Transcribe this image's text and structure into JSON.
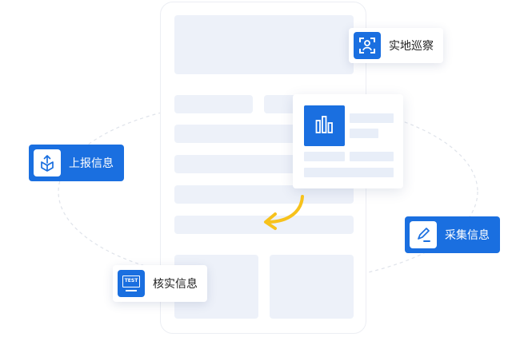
{
  "labels": {
    "inspect": "实地巡察",
    "report": "上报信息",
    "collect": "采集信息",
    "verify": "核实信息",
    "verify_icon_text": "TEST"
  },
  "colors": {
    "accent_blue": "#1a6fe0",
    "placeholder": "#edf1f9",
    "arrow_yellow": "#f7c21c"
  },
  "icons": {
    "inspect": "scan-person-icon",
    "report": "upload-box-icon",
    "collect": "pen-edit-icon",
    "verify": "test-monitor-icon",
    "card": "bar-chart-icon",
    "arrow": "curved-arrow-icon"
  }
}
